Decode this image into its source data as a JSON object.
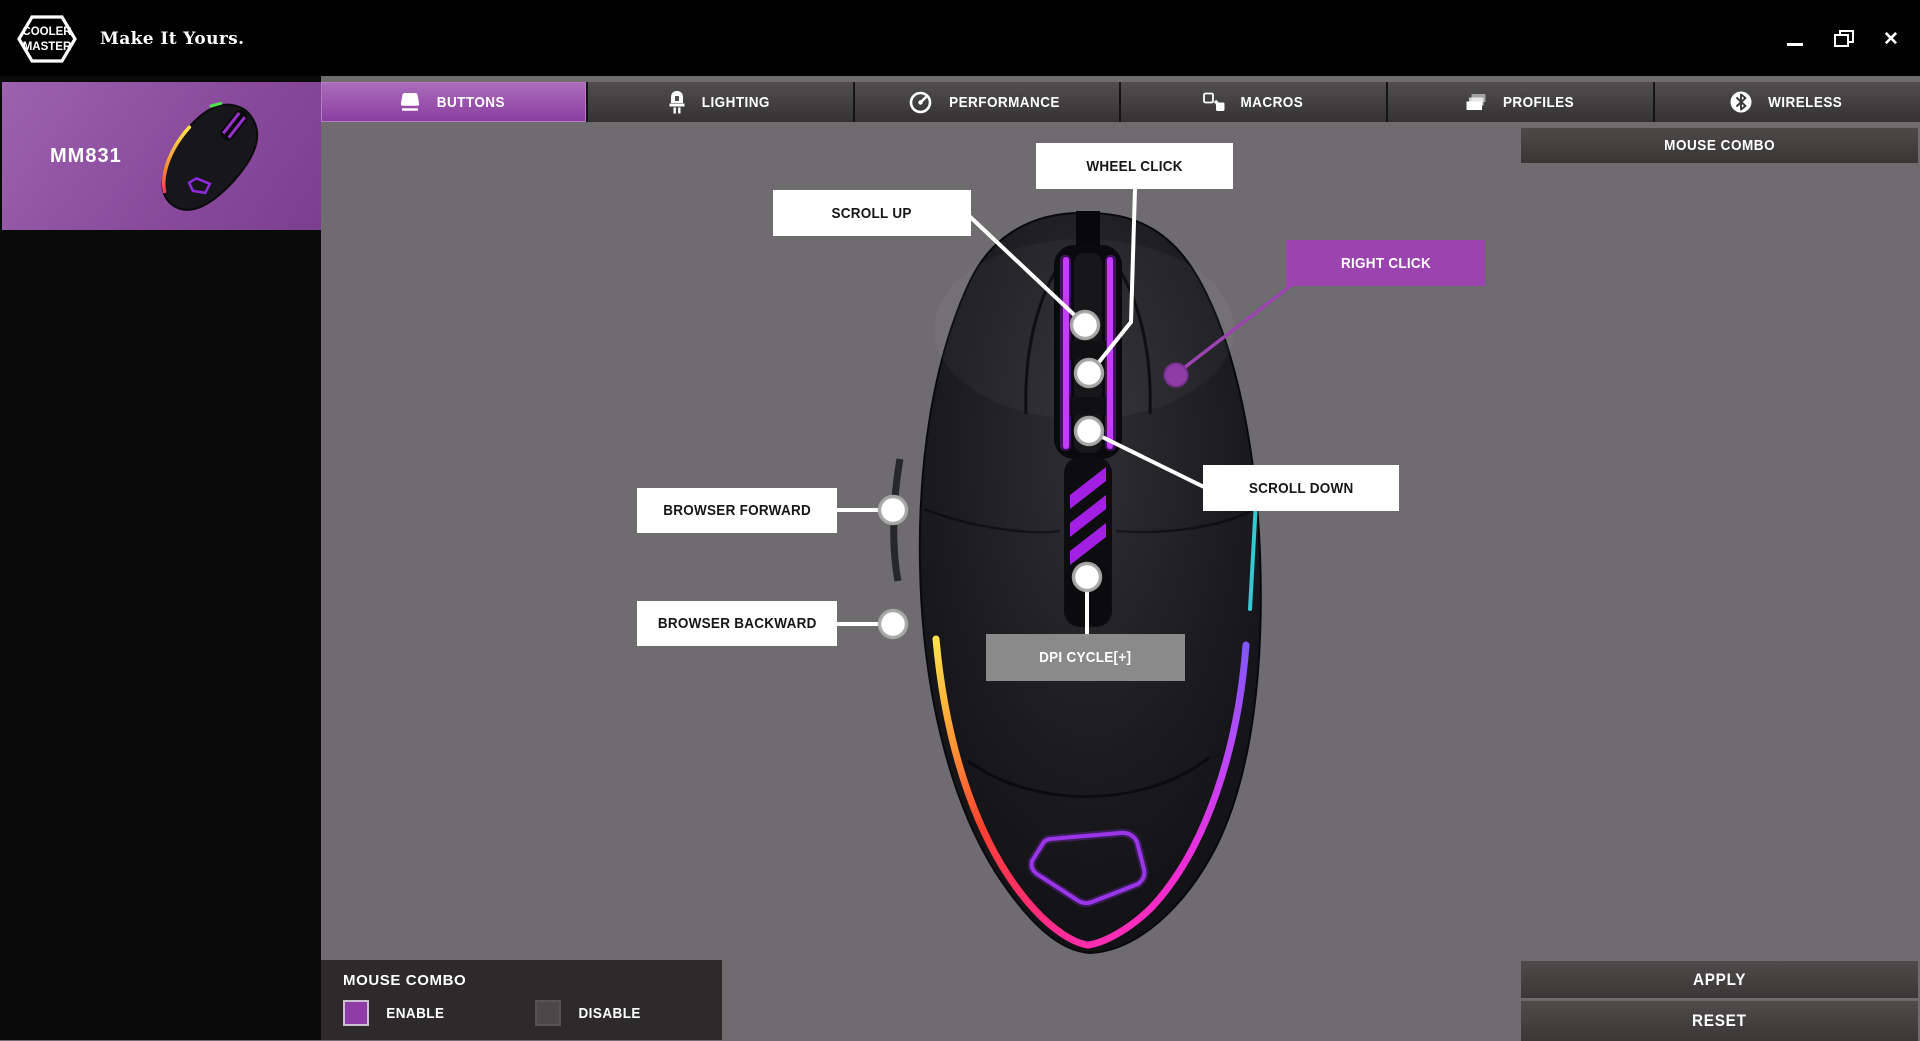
{
  "titlebar": {
    "brand": {
      "line1": "COOLER",
      "line2": "MASTER",
      "tagline": "Make It Yours."
    },
    "window_controls": {
      "minimize_icon": "minimize-icon",
      "restore_icon": "restore-icon",
      "close_icon": "close-icon",
      "close_glyph": "✕"
    }
  },
  "sidebar": {
    "device": {
      "model": "MM831",
      "thumbnail": "mm831-mouse-thumbnail"
    }
  },
  "tabs": [
    {
      "label": "BUTTONS",
      "icon": "keycap-icon",
      "active": true
    },
    {
      "label": "LIGHTING",
      "icon": "led-icon",
      "active": false
    },
    {
      "label": "PERFORMANCE",
      "icon": "gauge-icon",
      "active": false
    },
    {
      "label": "MACROS",
      "icon": "macro-keys-icon",
      "active": false
    },
    {
      "label": "PROFILES",
      "icon": "stacked-cards-icon",
      "active": false
    },
    {
      "label": "WIRELESS",
      "icon": "bluetooth-icon",
      "active": false
    }
  ],
  "mode_header": {
    "title": "MOUSE COMBO"
  },
  "callouts": {
    "wheel_click": {
      "label": "WHEEL CLICK",
      "style": "white"
    },
    "scroll_up": {
      "label": "SCROLL UP",
      "style": "white"
    },
    "right_click": {
      "label": "RIGHT CLICK",
      "style": "purple"
    },
    "scroll_down": {
      "label": "SCROLL DOWN",
      "style": "white"
    },
    "browser_forward": {
      "label": "BROWSER FORWARD",
      "style": "white"
    },
    "browser_backward": {
      "label": "BROWSER BACKWARD",
      "style": "white"
    },
    "dpi_cycle": {
      "label": "DPI CYCLE[+]",
      "style": "gray"
    }
  },
  "combo_panel": {
    "title": "MOUSE COMBO",
    "options": [
      {
        "label": "ENABLE",
        "selected": true
      },
      {
        "label": "DISABLE",
        "selected": false
      }
    ]
  },
  "actions": {
    "apply": "APPLY",
    "reset": "RESET"
  },
  "colors": {
    "accent_purple": "#9b44b0",
    "active_tab_top": "#ab6dbb",
    "active_tab_bottom": "#8a3da0",
    "device_card_purple": "#8a4b9d",
    "main_background": "#6e6c6e",
    "panel_dark": "#2d2a2b",
    "enable_box": "#8e3ca6",
    "disable_box": "#4a4849",
    "wheel_glow": "#b21fff",
    "logo_hex_glow": "#8f2ae0"
  }
}
